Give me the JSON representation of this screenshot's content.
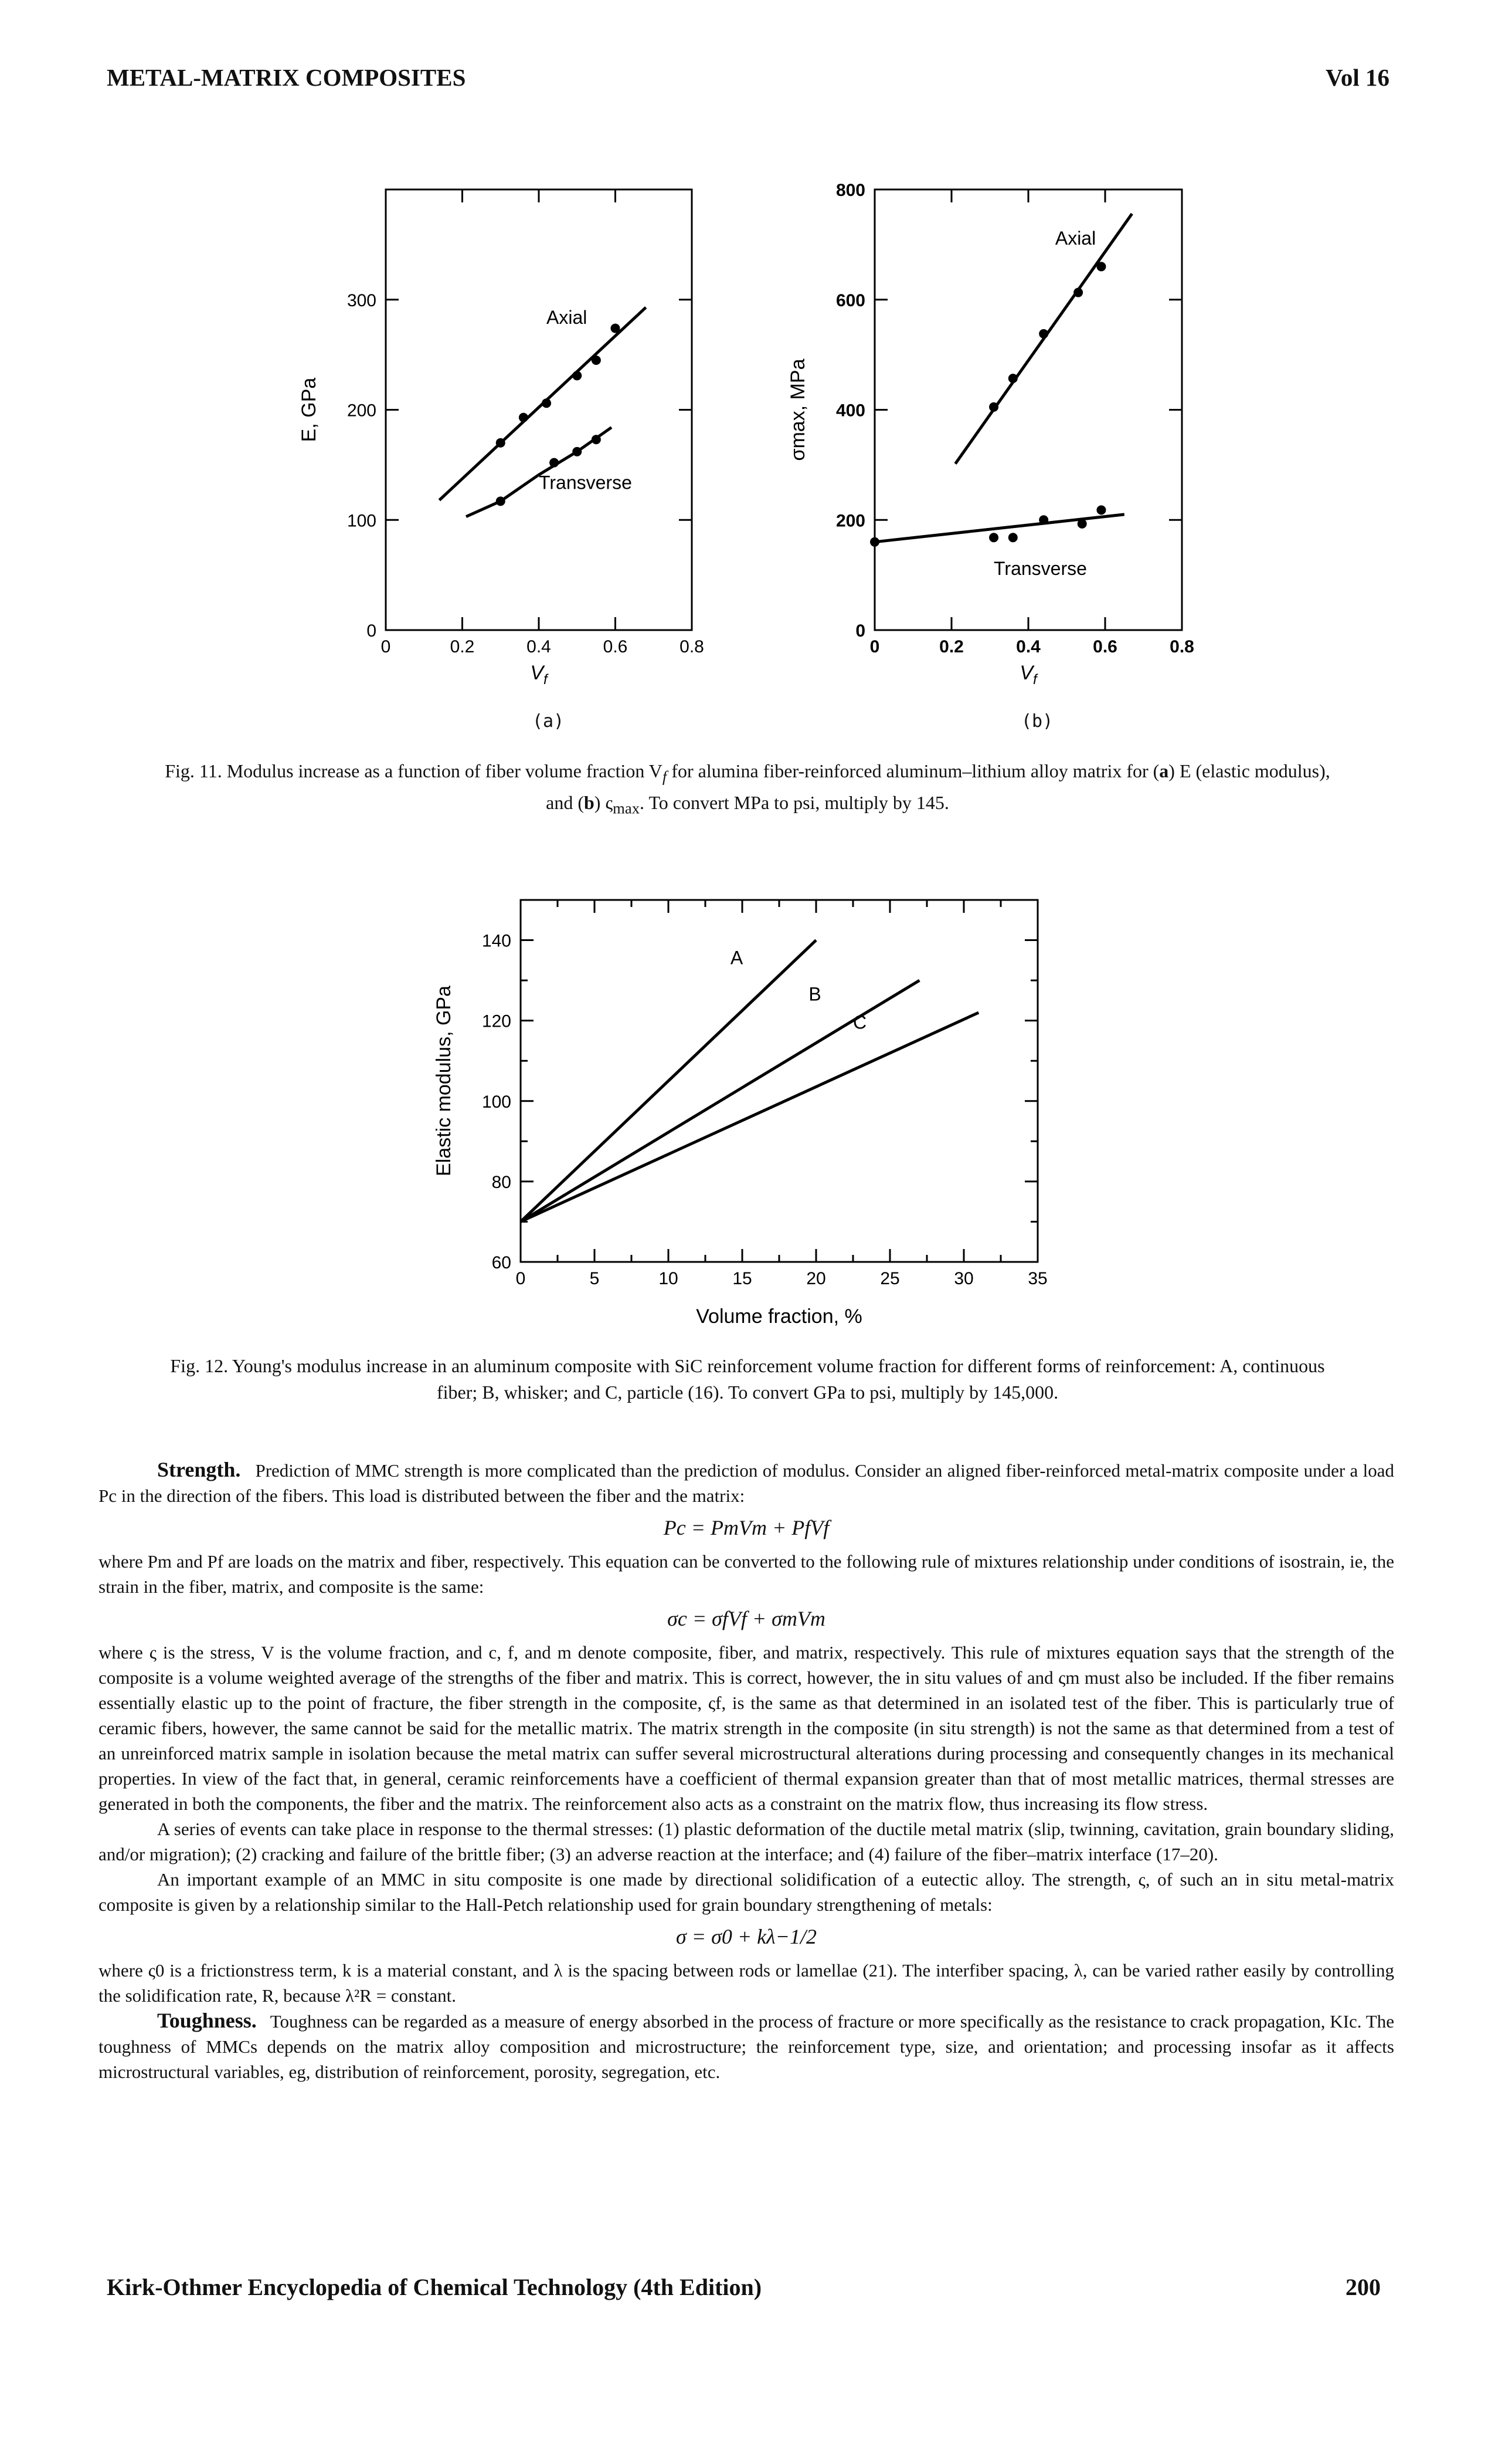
{
  "header": {
    "left": "METAL-MATRIX COMPOSITES",
    "right": "Vol 16"
  },
  "figure11": {
    "caption": "Fig. 11. Modulus increase as a function of fiber volume fraction V_f for alumina fiber-reinforced aluminum–lithium alloy matrix for (a) E (elastic modulus), and (b) ς_max. To convert MPa to psi, multiply by 145.",
    "caption_line1": "Fig. 11. Modulus increase as a function of fiber volume fraction V",
    "caption_line1_b": "for alumina fiber-reinforced aluminum–lithium alloy matrix for (",
    "caption_line1_c": ") E (elastic modulus),",
    "caption_line2_a": "and (",
    "caption_line2_b": ") ς",
    "caption_line2_c": ". To convert MPa to psi, multiply by 145.",
    "bold_a": "a",
    "bold_b": "b",
    "sub_f": "f",
    "sub_max": "max",
    "panel_a_label": "(a)",
    "panel_b_label": "(b)"
  },
  "chart_data": [
    {
      "type": "scatter",
      "panel": "(a)",
      "xlabel": "V_f",
      "ylabel": "E, GPa",
      "xlim": [
        0,
        0.8
      ],
      "ylim": [
        0,
        400
      ],
      "xticks": [
        "0",
        "0.2",
        "0.4",
        "0.6",
        "0.8"
      ],
      "yticks": [
        "0",
        "100",
        "200",
        "300"
      ],
      "series": [
        {
          "name": "Axial",
          "points": [
            [
              0.3,
              170
            ],
            [
              0.36,
              193
            ],
            [
              0.42,
              206
            ],
            [
              0.5,
              231
            ],
            [
              0.55,
              245
            ],
            [
              0.6,
              274
            ]
          ],
          "fit": [
            [
              0.14,
              118
            ],
            [
              0.68,
              293
            ]
          ]
        },
        {
          "name": "Transverse",
          "points": [
            [
              0.3,
              117
            ],
            [
              0.44,
              152
            ],
            [
              0.5,
              162
            ],
            [
              0.55,
              173
            ]
          ],
          "fit": [
            [
              0.21,
              103
            ],
            [
              0.3,
              117
            ],
            [
              0.4,
              141
            ],
            [
              0.5,
              162
            ],
            [
              0.59,
              184
            ]
          ]
        }
      ]
    },
    {
      "type": "scatter",
      "panel": "(b)",
      "xlabel": "V_f",
      "ylabel": "σmax, MPa",
      "xlim": [
        0,
        0.8
      ],
      "ylim": [
        0,
        800
      ],
      "xticks": [
        "0",
        "0.2",
        "0.4",
        "0.6",
        "0.8"
      ],
      "yticks": [
        "0",
        "200",
        "400",
        "600",
        "800"
      ],
      "series": [
        {
          "name": "Axial",
          "points": [
            [
              0.31,
              405
            ],
            [
              0.36,
              457
            ],
            [
              0.44,
              538
            ],
            [
              0.53,
              613
            ],
            [
              0.59,
              660
            ]
          ],
          "fit": [
            [
              0.21,
              302
            ],
            [
              0.67,
              756
            ]
          ]
        },
        {
          "name": "Transverse",
          "points": [
            [
              0.0,
              160
            ],
            [
              0.31,
              168
            ],
            [
              0.36,
              168
            ],
            [
              0.44,
              200
            ],
            [
              0.54,
              193
            ],
            [
              0.59,
              218
            ]
          ],
          "fit": [
            [
              0.0,
              160
            ],
            [
              0.65,
              210
            ]
          ]
        }
      ]
    },
    {
      "type": "line",
      "xlabel": "Volume fraction, %",
      "ylabel": "Elastic modulus, GPa",
      "xlim": [
        0,
        35
      ],
      "ylim": [
        60,
        150
      ],
      "xticks": [
        "0",
        "5",
        "10",
        "15",
        "20",
        "25",
        "30",
        "35"
      ],
      "yticks": [
        "60",
        "80",
        "100",
        "120",
        "140"
      ],
      "series": [
        {
          "name": "A",
          "x": [
            0,
            20
          ],
          "y": [
            70,
            140
          ]
        },
        {
          "name": "B",
          "x": [
            0,
            27
          ],
          "y": [
            70,
            130
          ]
        },
        {
          "name": "C",
          "x": [
            0,
            31
          ],
          "y": [
            70,
            122
          ]
        }
      ]
    }
  ],
  "figure12": {
    "caption_line1": "Fig. 12. Young's modulus increase in an aluminum composite with SiC reinforcement volume fraction for different forms of reinforcement: A, continuous",
    "caption_line2": "fiber; B, whisker; and C, particle (16). To convert GPa to psi, multiply by 145,000."
  },
  "text": {
    "strength_head": "Strength.",
    "p1": "Prediction of MMC strength is more complicated than the prediction of modulus. Consider an aligned fiber-reinforced metal-matrix composite under a load Pc in the direction of the fibers. This load is distributed between the fiber and the matrix:",
    "eq1": "Pc = PmVm + PfVf",
    "p2": "where Pm and Pf are loads on the matrix and fiber, respectively. This equation can be converted to the following rule of mixtures relationship under conditions of isostrain, ie, the strain in the fiber, matrix, and composite is the same:",
    "eq2": "σc = σfVf + σmVm",
    "p3": "where ς is the stress, V is the volume fraction, and c, f, and m denote composite, fiber, and matrix, respectively. This rule of mixtures equation says that the strength of the composite is a volume weighted average of the strengths of the fiber and matrix. This is correct, however, the in situ values of and ςm must also be included. If the fiber remains essentially elastic up to the point of fracture, the fiber strength in the composite, ςf, is the same as that determined in an isolated test of the fiber. This is particularly true of ceramic fibers, however, the same cannot be said for the metallic matrix. The matrix strength in the composite (in situ strength) is not the same as that determined from a test of an unreinforced matrix sample in isolation because the metal matrix can suffer several microstructural alterations during processing and consequently changes in its mechanical properties. In view of the fact that, in general, ceramic reinforcements have a coefficient of thermal expansion greater than that of most metallic matrices, thermal stresses are generated in both the components, the fiber and the matrix. The reinforcement also acts as a constraint on the matrix flow, thus increasing its flow stress.",
    "p4": "A series of events can take place in response to the thermal stresses: (1) plastic deformation of the ductile metal matrix (slip, twinning, cavitation, grain boundary sliding, and/or migration); (2) cracking and failure of the brittle fiber; (3) an adverse reaction at the interface; and (4) failure of the fiber–matrix interface (17–20).",
    "p5": "An important example of an MMC in situ composite is one made by directional solidification of a eutectic alloy. The strength, ς, of such an in situ metal-matrix composite is given by a relationship similar to the Hall-Petch relationship used for grain boundary strengthening of metals:",
    "eq3": "σ = σ0 + kλ−1/2",
    "p6": "where ς0 is a frictionstress term, k is a material constant, and λ is the spacing between rods or lamellae (21). The interfiber spacing, λ, can be varied rather easily by controlling the solidification rate, R, because λ²R = constant.",
    "toughness_head": "Toughness.",
    "p7": "Toughness can be regarded as a measure of energy absorbed in the process of fracture or more specifically as the resistance to crack propagation, KIc. The toughness of MMCs depends on the matrix alloy composition and microstructure; the reinforcement type, size, and orientation; and processing insofar as it affects microstructural variables, eg, distribution of reinforcement, porosity, segregation, etc."
  },
  "footer": {
    "left": "Kirk-Othmer Encyclopedia of Chemical Technology (4th Edition)",
    "right": "200"
  }
}
